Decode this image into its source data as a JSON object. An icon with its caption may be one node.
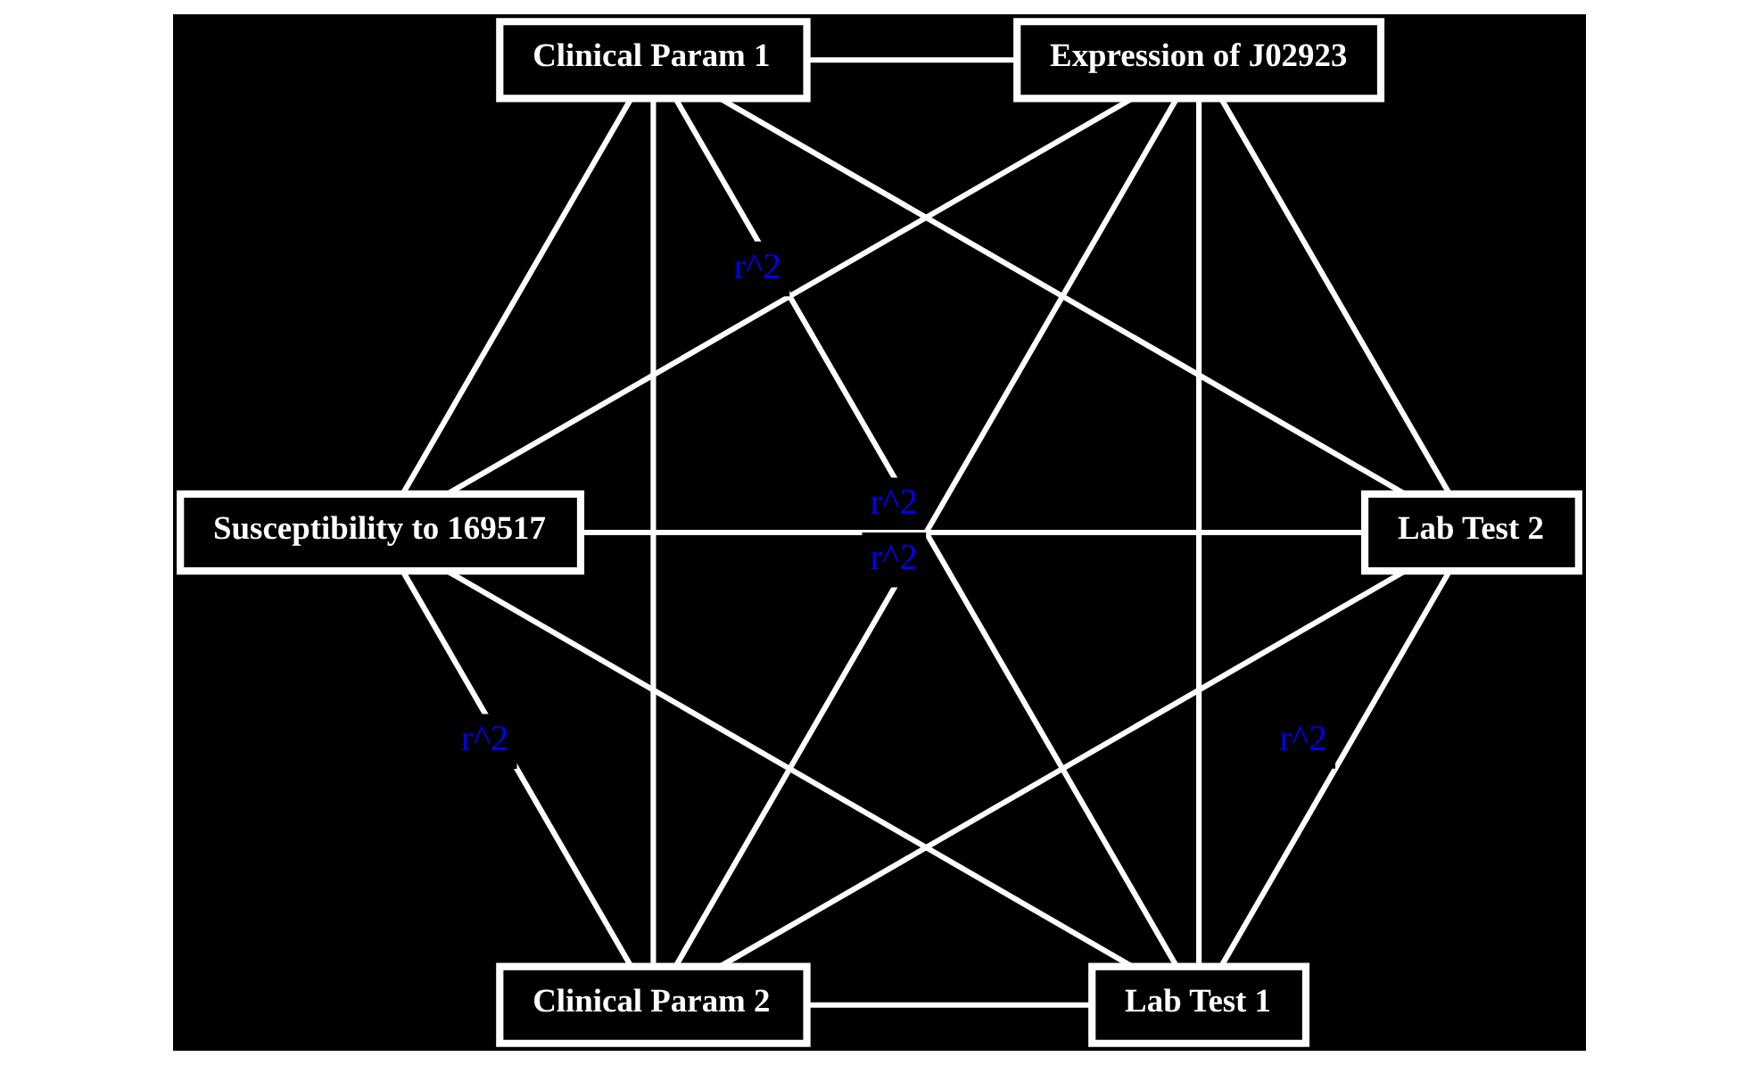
{
  "diagram": {
    "nodes": [
      {
        "text": [
          "Lab Test 1"
        ]
      },
      {
        "text": [
          "Clinical Param 1"
        ]
      },
      {
        "text": [
          "Lab Test 2"
        ]
      },
      {
        "text": [
          "Expression of J02923"
        ]
      },
      {
        "text": [
          "Susceptibility to 169517"
        ]
      },
      {
        "text": [
          "Clinical Param 2"
        ]
      }
    ],
    "edges": [
      {
        "from": 0,
        "to": 1,
        "arrow": "none",
        "label": "r^2"
      },
      {
        "from": 0,
        "to": 2,
        "arrow": "none",
        "label": "r^2"
      },
      {
        "from": 1,
        "to": 3,
        "arrow": "none"
      },
      {
        "from": 2,
        "to": 4,
        "arrow": "none"
      },
      {
        "from": 3,
        "to": 5,
        "arrow": "none",
        "label": "r^2"
      },
      {
        "from": 4,
        "to": 5,
        "arrow": "none",
        "label": "r^2"
      },
      {
        "from": 0,
        "to": 3,
        "arrow": "none"
      },
      {
        "from": 0,
        "to": 4,
        "arrow": "none"
      },
      {
        "from": 0,
        "to": 5,
        "arrow": "none"
      },
      {
        "from": 1,
        "to": 2,
        "arrow": "none"
      },
      {
        "from": 1,
        "to": 4,
        "arrow": "none"
      },
      {
        "from": 1,
        "to": 5,
        "arrow": "none"
      },
      {
        "from": 3,
        "to": 2,
        "arrow": "none"
      },
      {
        "from": 3,
        "to": 4,
        "arrow": "none",
        "label": "r^2"
      },
      {
        "from": 2,
        "to": 5,
        "arrow": "none"
      }
    ]
  }
}
